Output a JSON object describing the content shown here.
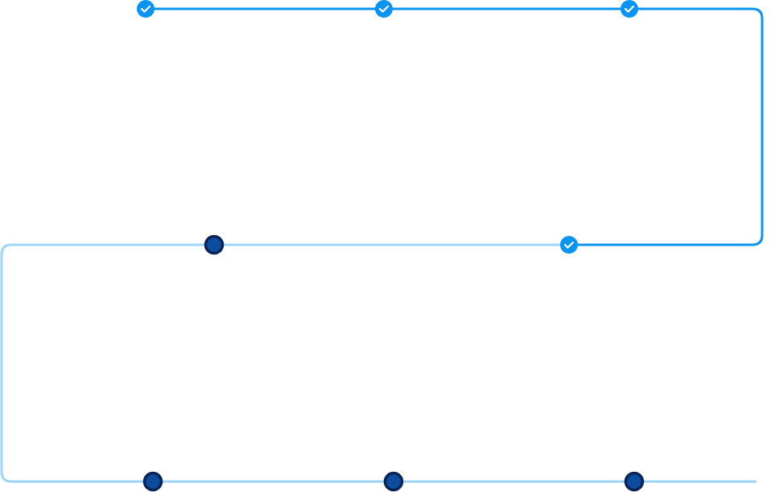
{
  "colors": {
    "completed_line": "#0a93f0",
    "pending_line": "#9dd4f8",
    "completed_node": "#0a93f0",
    "pending_node_fill": "#0e4c9e",
    "pending_node_border": "#0a2458",
    "check": "#ffffff"
  },
  "steps": [
    {
      "status": "completed",
      "icon": "check-icon"
    },
    {
      "status": "completed",
      "icon": "check-icon"
    },
    {
      "status": "completed",
      "icon": "check-icon"
    },
    {
      "status": "completed",
      "icon": "check-icon"
    },
    {
      "status": "pending",
      "icon": "dot-icon"
    },
    {
      "status": "pending",
      "icon": "dot-icon"
    },
    {
      "status": "pending",
      "icon": "dot-icon"
    },
    {
      "status": "pending",
      "icon": "dot-icon"
    }
  ]
}
